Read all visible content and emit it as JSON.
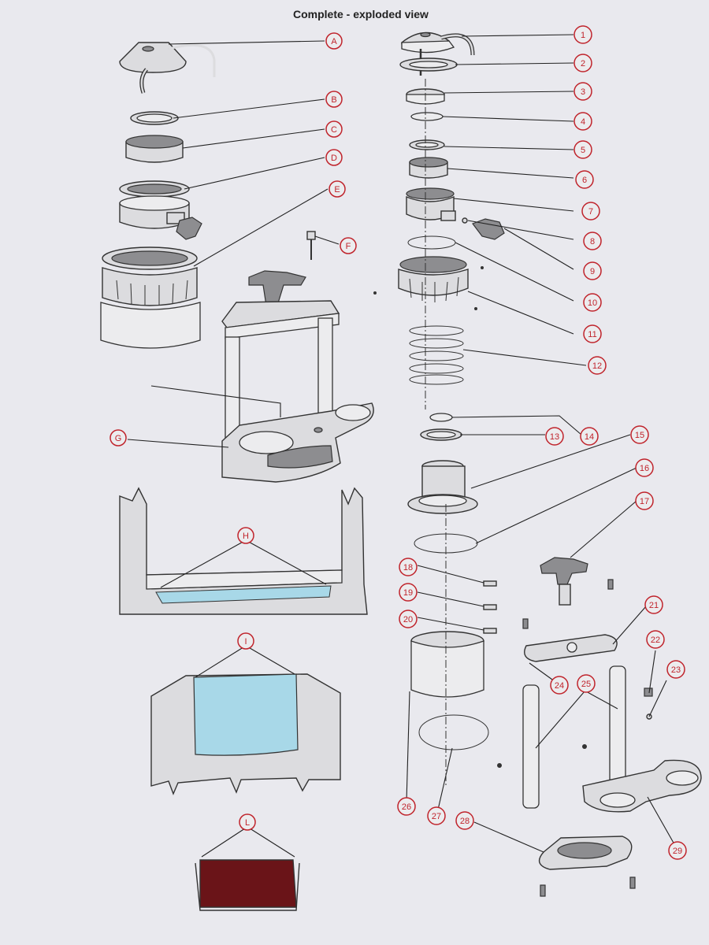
{
  "title": "Complete - exploded view",
  "colors": {
    "callout": "#c0242c",
    "line": "#333333",
    "cutaway": "#a8d8e8",
    "tray": "#6a1418",
    "paper": "#e9e9ee"
  },
  "letter_callouts": [
    "A",
    "B",
    "C",
    "D",
    "E",
    "F",
    "G",
    "H",
    "I",
    "L"
  ],
  "number_callouts": [
    "1",
    "2",
    "3",
    "4",
    "5",
    "6",
    "7",
    "8",
    "9",
    "10",
    "11",
    "12",
    "13",
    "14",
    "15",
    "16",
    "17",
    "18",
    "19",
    "20",
    "21",
    "22",
    "23",
    "24",
    "25",
    "26",
    "27",
    "28",
    "29"
  ]
}
